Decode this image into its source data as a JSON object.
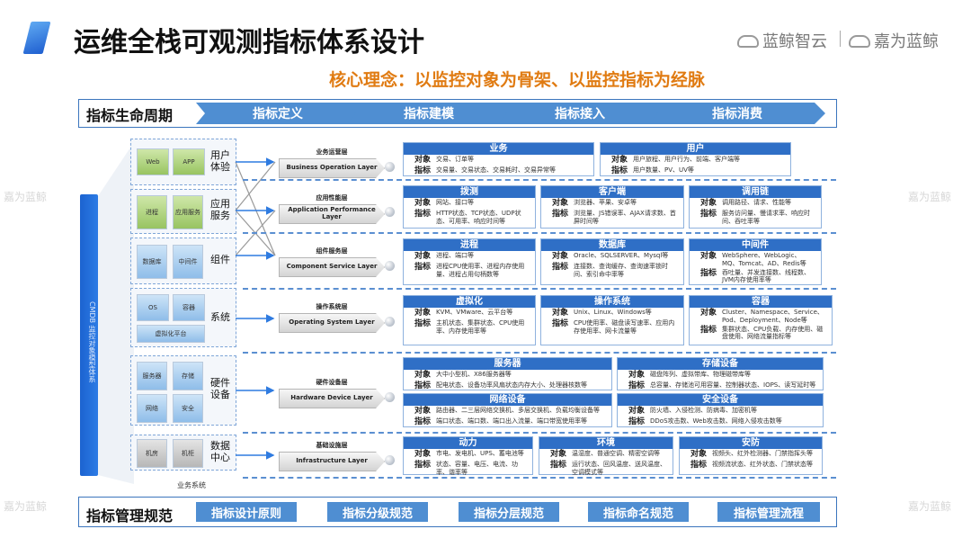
{
  "header": {
    "title": "运维全栈可观测指标体系设计",
    "brand_a": "蓝鲸智云",
    "brand_b": "嘉为蓝鲸",
    "subtitle": "核心理念：以监控对象为骨架、以监控指标为经脉"
  },
  "lifecycle": {
    "title": "指标生命周期",
    "stages": [
      "指标定义",
      "指标建模",
      "指标接入",
      "指标消费"
    ]
  },
  "management": {
    "title": "指标管理规范",
    "items": [
      "指标设计原则",
      "指标分级规范",
      "指标分层规范",
      "指标命名规范",
      "指标管理流程"
    ]
  },
  "side_bar": "CMDB 监控对象模型体系",
  "groups": [
    {
      "label": "用户\n体验",
      "boxes": [
        "Web",
        "APP"
      ]
    },
    {
      "label": "应用\n服务",
      "boxes": [
        "进程",
        "应用服务"
      ]
    },
    {
      "label": "组件",
      "boxes": [
        "数据库",
        "中间件"
      ]
    },
    {
      "label": "系统",
      "boxes": [
        "OS",
        "容器",
        "虚拟化平台"
      ]
    },
    {
      "label": "硬件\n设备",
      "boxes": [
        "服务器",
        "存储",
        "网络",
        "安全"
      ]
    },
    {
      "label": "数据\n中心",
      "boxes": [
        "机房",
        "机柜"
      ]
    }
  ],
  "footer_label": "业务系统",
  "key_object": "对象",
  "key_metric": "指标",
  "layers": [
    {
      "cn": "业务运营层",
      "en": "Business Operation Layer",
      "cards": [
        {
          "title": "业务",
          "object": "交易、订单等",
          "metric": "交易量、交易状态、交易耗时、交易异常等"
        },
        {
          "title": "用户",
          "object": "用户旅程、用户行为、前端、客户端等",
          "metric": "用户数量、PV、UV等"
        }
      ]
    },
    {
      "cn": "应用性能层",
      "en": "Application Performance Layer",
      "cards": [
        {
          "title": "拨测",
          "object": "网站、接口等",
          "metric": "HTTP状态、TCP状态、UDP状态、可用率、响应时间等"
        },
        {
          "title": "客户端",
          "object": "浏览器、苹果、安卓等",
          "metric": "浏览量、JS错误率、AJAX请求数、首屏时间等"
        },
        {
          "title": "调用链",
          "object": "调用路径、请求、性能等",
          "metric": "服务访问量、慢请求率、响应时间、吞吐率等"
        }
      ]
    },
    {
      "cn": "组件服务层",
      "en": "Component Service Layer",
      "cards": [
        {
          "title": "进程",
          "object": "进程、端口等",
          "metric": "进程CPU使用率、进程内存使用量、进程占用句柄数等"
        },
        {
          "title": "数据库",
          "object": "Oracle、SQLSERVER、Mysql等",
          "metric": "连接数、查询缓存、查询速率锁时间、索引命中率等"
        },
        {
          "title": "中间件",
          "object": "WebSphere、WebLogic、MQ、Tomcat、AD、Redis等",
          "metric": "吞吐量、并发连接数、线程数、JVM内存使用率等"
        }
      ]
    },
    {
      "cn": "操作系统层",
      "en": "Operating System Layer",
      "cards": [
        {
          "title": "虚拟化",
          "object": "KVM、VMware、云平台等",
          "metric": "主机状态、集群状态、CPU使用率、内存使用率等"
        },
        {
          "title": "操作系统",
          "object": "Unix、Linux、Windows等",
          "metric": "CPU使用率、磁盘读写速率、应用内存使用率、网卡流量等"
        },
        {
          "title": "容器",
          "object": "Cluster、Namespace、Service、Pod、Deployment、Node等",
          "metric": "集群状态、CPU负载、内存使用、磁盘使用、网络流量指标等"
        }
      ]
    },
    {
      "cn": "硬件设备层",
      "en": "Hardware Device Layer",
      "cards": [
        {
          "title": "服务器",
          "object": "大中小型机、X86服务器等",
          "metric": "配电状态、设备功率风扇状态内存大小、处理器核数等"
        },
        {
          "title": "存储设备",
          "object": "磁盘阵列、虚拟带库、物理磁带库等",
          "metric": "总容量、存储池可用容量、控制器状态、IOPS、读写延时等"
        },
        {
          "title": "网络设备",
          "object": "路由器、二三层网络交换机、多层交换机、负载均衡设备等",
          "metric": "端口状态、端口数、端口出入流量、端口带宽使用率等"
        },
        {
          "title": "安全设备",
          "object": "防火墙、入侵检测、防病毒、加密机等",
          "metric": "DDoS攻击数、Web攻击数、网络入侵攻击数等"
        }
      ]
    },
    {
      "cn": "基础设施层",
      "en": "Infrastructure Layer",
      "cards": [
        {
          "title": "动力",
          "object": "市电、发电机、UPS、蓄电池等",
          "metric": "状态、容量、电压、电流、功率、谐率等"
        },
        {
          "title": "环境",
          "object": "温湿度、普通空调、精密空调等",
          "metric": "运行状态、回风温度、送风温度、空调模式等"
        },
        {
          "title": "安防",
          "object": "视频头、红外检测器、门禁指挥头等",
          "metric": "视频流状态、红外状态、门禁状态等"
        }
      ]
    }
  ],
  "colors": {
    "accent": "#2f6fc6",
    "band": "#4f8ed2",
    "subtitle": "#e07b12",
    "bar": "#1c63d0"
  }
}
